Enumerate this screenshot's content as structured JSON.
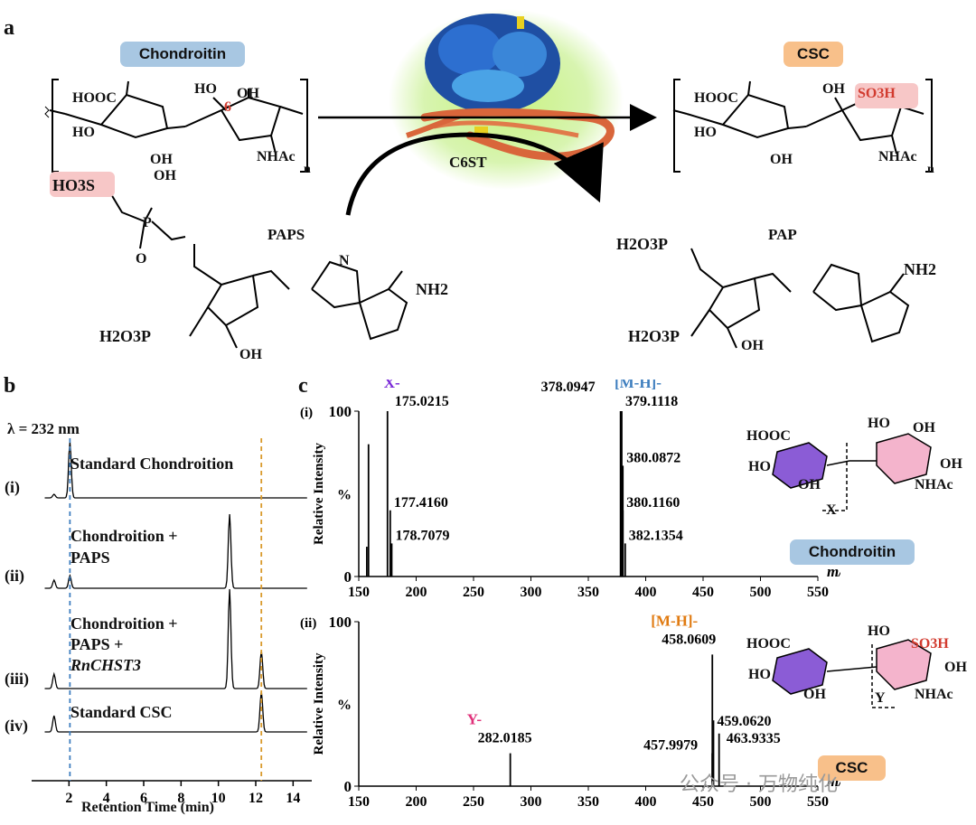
{
  "panel_a": {
    "letter": "a",
    "chondroitin_label": "Chondroitin",
    "csc_label": "CSC",
    "enzyme_label": "C6ST",
    "paps_label": "PAPS",
    "pap_label": "PAP",
    "subscript_n": "n",
    "position_label": "6",
    "substituents": {
      "hooc": "HOOC",
      "ho": "HO",
      "oh": "OH",
      "nhac": "NHAc",
      "ho3s": "HO3S",
      "so3h": "SO3H",
      "o": "O",
      "p": "P",
      "h2o3p": "H2O3P",
      "nh2": "NH2",
      "n": "N"
    }
  },
  "panel_b": {
    "letter": "b",
    "wavelength": "λ = 232 nm",
    "xlabel": "Retention Time (min)",
    "traces": [
      {
        "id": "(i)",
        "label_lines": [
          "Standard Chondroition"
        ]
      },
      {
        "id": "(ii)",
        "label_lines": [
          "Chondroition +",
          "PAPS"
        ]
      },
      {
        "id": "(iii)",
        "label_lines": [
          "Chondroition +",
          "PAPS +",
          "RnCHST3"
        ]
      },
      {
        "id": "(iv)",
        "label_lines": [
          "Standard CSC"
        ]
      }
    ]
  },
  "panel_c": {
    "letter": "c",
    "ylabel": "Relative Intensity",
    "percent": "%",
    "xlabel": "m/z",
    "chondroitin_label": "Chondroitin",
    "csc_label": "CSC",
    "fragment_x": "X",
    "fragment_y": "Y",
    "watermark": "公众号 · 万物纯化"
  },
  "chart_data": {
    "type": "bar",
    "subcharts": [
      {
        "id": "(i)",
        "xlim": [
          150,
          550
        ],
        "ylim": [
          0,
          100
        ],
        "xticks": [
          150,
          200,
          250,
          300,
          350,
          400,
          450,
          500,
          550
        ],
        "yticks": [
          0,
          50,
          100
        ],
        "peaks": [
          {
            "mz": 157.0,
            "intensity": 18
          },
          {
            "mz": 158.5,
            "intensity": 80
          },
          {
            "mz": 175.0215,
            "intensity": 100,
            "label": "175.0215",
            "annotation": "X-",
            "annotation_color": "#7a2bd8"
          },
          {
            "mz": 177.416,
            "intensity": 40,
            "label": "177.4160"
          },
          {
            "mz": 178.7079,
            "intensity": 20,
            "label": "178.7079"
          },
          {
            "mz": 378.0947,
            "intensity": 100,
            "label": "378.0947"
          },
          {
            "mz": 379.1118,
            "intensity": 100,
            "label": "379.1118",
            "annotation": "[M-H]-",
            "annotation_color": "#3f7fbf"
          },
          {
            "mz": 380.0872,
            "intensity": 67,
            "label": "380.0872"
          },
          {
            "mz": 380.116,
            "intensity": 40,
            "label": "380.1160"
          },
          {
            "mz": 382.1354,
            "intensity": 20,
            "label": "382.1354"
          }
        ]
      },
      {
        "id": "(ii)",
        "xlim": [
          150,
          550
        ],
        "ylim": [
          0,
          100
        ],
        "xticks": [
          150,
          200,
          250,
          300,
          350,
          400,
          450,
          500,
          550
        ],
        "yticks": [
          0,
          50,
          100
        ],
        "peaks": [
          {
            "mz": 282.0185,
            "intensity": 20,
            "label": "282.0185",
            "annotation": "Y-",
            "annotation_color": "#e0307a"
          },
          {
            "mz": 457.9979,
            "intensity": 20,
            "label": "457.9979"
          },
          {
            "mz": 458.0609,
            "intensity": 80,
            "label": "458.0609",
            "annotation": "[M-H]-",
            "annotation_color": "#e07a10"
          },
          {
            "mz": 459.062,
            "intensity": 40,
            "label": "459.0620"
          },
          {
            "mz": 463.9335,
            "intensity": 32,
            "label": "463.9335"
          }
        ]
      }
    ],
    "chromatogram": {
      "xlim": [
        0,
        15
      ],
      "xticks": [
        2,
        4,
        6,
        8,
        10,
        12,
        14
      ],
      "marker_lines": [
        {
          "x": 2.05,
          "color": "#3f7fbf"
        },
        {
          "x": 12.3,
          "color": "#d99a2b"
        }
      ]
    }
  }
}
